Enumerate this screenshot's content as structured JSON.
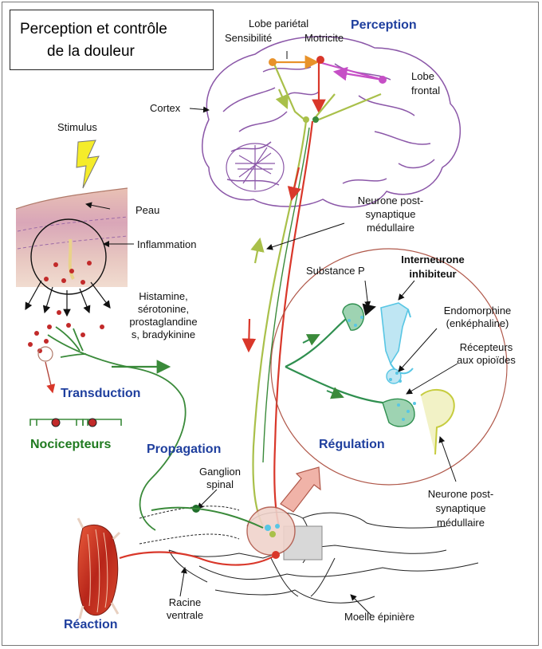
{
  "title": {
    "line1": "Perception et contrôle",
    "line2": "de  la  douleur"
  },
  "labels": {
    "stimulus": "Stimulus",
    "peau": "Peau",
    "inflammation": "Inflammation",
    "mediators": [
      "Histamine,",
      "sérotonine,",
      "prostaglandine",
      "s, bradykinine"
    ],
    "transduction": "Transduction",
    "nocicepteurs": "Nocicepteurs",
    "propagation": "Propagation",
    "ganglion": [
      "Ganglion",
      "spinal"
    ],
    "racine": [
      "Racine",
      "ventrale"
    ],
    "reaction": "Réaction",
    "moelle": "Moelle épinière",
    "lobe_parietal": "Lobe pariétal",
    "sensibilite": "Sensibilité",
    "motricite": "Motricite",
    "perception": "Perception",
    "lobe_frontal": [
      "Lobe",
      "frontal"
    ],
    "cortex": "Cortex",
    "neurone_post_top": [
      "Neurone post-",
      "synaptique",
      "médullaire"
    ],
    "substance_p": "Substance P",
    "interneurone": [
      "Interneurone",
      "inhibiteur"
    ],
    "endomorphine": [
      "Endomorphine",
      "(enképhaline)"
    ],
    "recepteurs": [
      "Récepteurs",
      "aux opioïdes"
    ],
    "regulation": "Régulation",
    "neurone_post_bottom": [
      "Neurone post-",
      "synaptique",
      "médullaire"
    ]
  },
  "colors": {
    "heading_blue": "#1f3f9e",
    "heading_green": "#1f7a1f",
    "ascending_pathway": "#d9372a",
    "nerve_green": "#3a8a3a",
    "light_green": "#a9c04a",
    "brain_outline": "#8b57a8",
    "interneuron_blue": "#58c6e4",
    "yellow_neuron": "#c6cc3e",
    "arrow_pink": "#f0b3a8"
  }
}
